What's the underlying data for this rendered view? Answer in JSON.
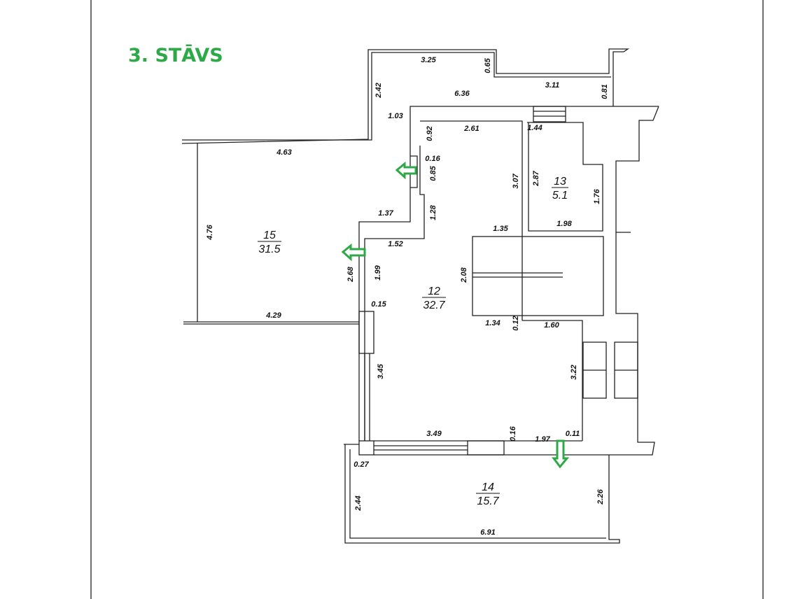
{
  "title": "3. STĀVS",
  "accent_color": "#2daa47",
  "rooms": [
    {
      "number": "12",
      "area": "32.7"
    },
    {
      "number": "13",
      "area": "5.1"
    },
    {
      "number": "14",
      "area": "15.7"
    },
    {
      "number": "15",
      "area": "31.5"
    }
  ],
  "dimensions": [
    "3.25",
    "0.65",
    "2.42",
    "6.36",
    "3.11",
    "0.81",
    "1.03",
    "4.63",
    "0.92",
    "2.61",
    "1.44",
    "0.16",
    "0.85",
    "3.07",
    "2.87",
    "1.76",
    "4.76",
    "1.37",
    "1.28",
    "1.98",
    "1.35",
    "1.52",
    "2.68",
    "1.99",
    "2.08",
    "0.15",
    "4.29",
    "1.34",
    "0.12",
    "1.60",
    "3.45",
    "3.22",
    "3.49",
    "0.16",
    "1.97",
    "0.11",
    "0.27",
    "2.44",
    "2.26",
    "6.91"
  ]
}
